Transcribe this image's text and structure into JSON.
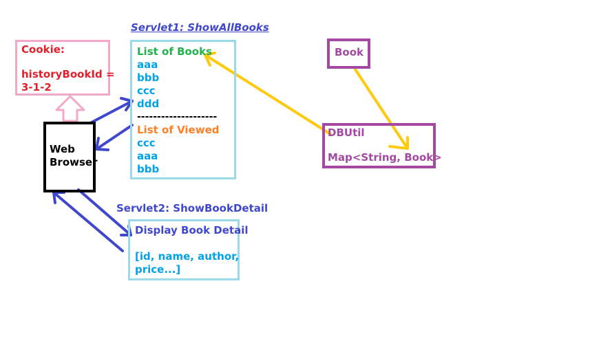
{
  "servlet1": {
    "title": "Servlet1: ShowAllBooks",
    "list_books_header": "List of Books",
    "books": [
      "aaa",
      "bbb",
      "ccc",
      "ddd"
    ],
    "separator": "--------------------",
    "list_viewed_header": "List of Viewed",
    "viewed": [
      "ccc",
      "aaa",
      "bbb"
    ]
  },
  "servlet2": {
    "title": "Servlet2: ShowBookDetail",
    "line1": "Display Book Detail",
    "line2": "[id, name, author,",
    "line3": "price...]"
  },
  "cookie": {
    "title": "Cookie:",
    "line1": "historyBookId =",
    "line2": "3-1-2"
  },
  "browser": {
    "line1": "Web",
    "line2": "Browser"
  },
  "book": {
    "label": "Book"
  },
  "dbutil": {
    "line1": "DBUtil",
    "line2": "Map<String, Book>"
  },
  "colors": {
    "cookie_border": "#f4a8c8",
    "cookie_text": "#e0202a",
    "servlet_border": "#99d9ea",
    "servlet1_title": "#3f48cc",
    "servlet2_title": "#3f48cc",
    "books_header": "#22b14c",
    "book_items": "#00a2e8",
    "viewed_header": "#ff7f27",
    "detail_title": "#3f48cc",
    "detail_text": "#00a2e8",
    "book_box": "#a349a4",
    "browser_border": "#000000",
    "blue_arrow": "#3f48cc",
    "yellow_arrow": "#ffc90e",
    "pink_arrow": "#f4a8c8"
  }
}
